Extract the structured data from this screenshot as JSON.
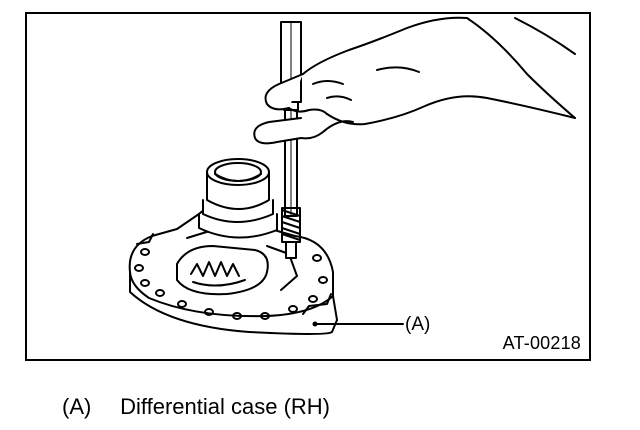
{
  "figure": {
    "callout_label": "(A)",
    "figure_id": "AT-00218"
  },
  "caption": {
    "reference": "(A)",
    "text": "Differential case (RH)"
  }
}
